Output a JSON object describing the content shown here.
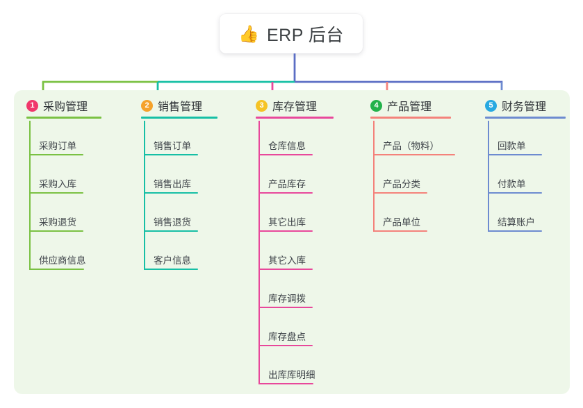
{
  "diagram": {
    "type": "mindmap-tree",
    "root": {
      "icon": "thumbs-up-icon",
      "emoji": "👍",
      "label": "ERP 后台"
    },
    "palette": {
      "panel_background": "#eef7e9",
      "page_background": "#ffffff",
      "root_stem": "#5b6ec4",
      "trunk_left": "#7ac143",
      "trunk_mid": "#16bfa5",
      "trunk_right": "#5b6ec4",
      "text": "#3d4248"
    },
    "branches": [
      {
        "index": "1",
        "title": "采购管理",
        "badge_color": "#f0376b",
        "line_color": "#7ac143",
        "rule_width": 108,
        "items": [
          "采购订单",
          "采购入库",
          "采购退货",
          "供应商信息"
        ]
      },
      {
        "index": "2",
        "title": "销售管理",
        "badge_color": "#f5a22b",
        "line_color": "#16bfa5",
        "rule_width": 110,
        "items": [
          "销售订单",
          "销售出库",
          "销售退货",
          "客户信息"
        ]
      },
      {
        "index": "3",
        "title": "库存管理",
        "badge_color": "#f5c325",
        "line_color": "#e8489b",
        "rule_width": 112,
        "items": [
          "仓库信息",
          "产品库存",
          "其它出库",
          "其它入库",
          "库存调拨",
          "库存盘点",
          "出库库明细"
        ]
      },
      {
        "index": "4",
        "title": "产品管理",
        "badge_color": "#23b24b",
        "line_color": "#f4827b",
        "rule_width": 116,
        "items": [
          "产品（物料）",
          "产品分类",
          "产品单位"
        ]
      },
      {
        "index": "5",
        "title": "财务管理",
        "badge_color": "#27a9e1",
        "line_color": "#6d8bd0",
        "rule_width": 116,
        "items": [
          "回款单",
          "付款单",
          "结算账户"
        ]
      }
    ]
  }
}
